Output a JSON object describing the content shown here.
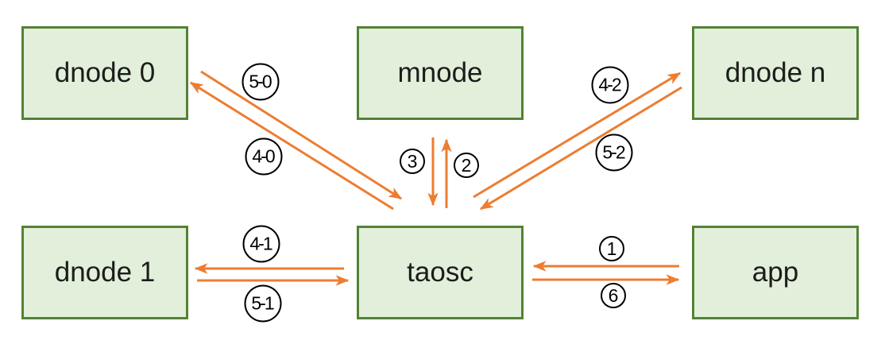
{
  "nodes": {
    "dnode0": {
      "label": "dnode 0"
    },
    "mnode": {
      "label": "mnode"
    },
    "dnoden": {
      "label": "dnode n"
    },
    "dnode1": {
      "label": "dnode 1"
    },
    "taosc": {
      "label": "taosc"
    },
    "app": {
      "label": "app"
    }
  },
  "labels": {
    "l1": "1",
    "l2": "2",
    "l3": "3",
    "l6": "6",
    "l4_0": "4-0",
    "l5_0": "5-0",
    "l4_1": "4-1",
    "l5_1": "5-1",
    "l4_2": "4-2",
    "l5_2": "5-2"
  },
  "edges": [
    {
      "from": "app",
      "to": "taosc",
      "label": "1"
    },
    {
      "from": "taosc",
      "to": "mnode",
      "label": "2"
    },
    {
      "from": "mnode",
      "to": "taosc",
      "label": "3"
    },
    {
      "from": "taosc",
      "to": "dnode 0",
      "label": "4-0"
    },
    {
      "from": "taosc",
      "to": "dnode 1",
      "label": "4-1"
    },
    {
      "from": "taosc",
      "to": "dnode n",
      "label": "4-2"
    },
    {
      "from": "dnode 0",
      "to": "taosc",
      "label": "5-0"
    },
    {
      "from": "dnode 1",
      "to": "taosc",
      "label": "5-1"
    },
    {
      "from": "dnode n",
      "to": "taosc",
      "label": "5-2"
    },
    {
      "from": "taosc",
      "to": "app",
      "label": "6"
    }
  ],
  "colors": {
    "node_fill": "#e2efda",
    "node_border": "#548235",
    "arrow": "#ed7d31",
    "circle_border": "#000000",
    "text": "#1c1c1c"
  }
}
